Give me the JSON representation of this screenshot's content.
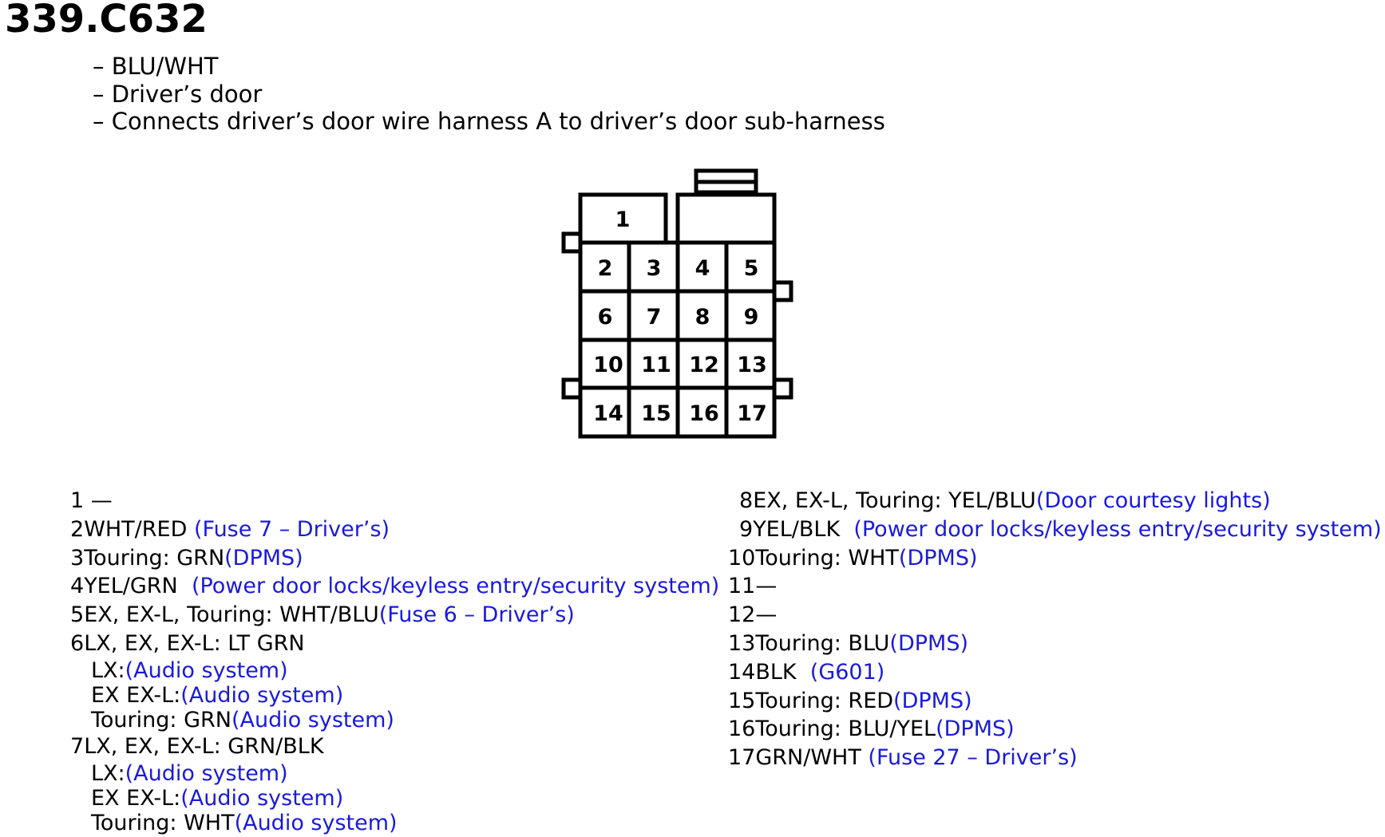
{
  "title": "339.C632",
  "notes": [
    "– BLU/WHT",
    "– Driver’s door",
    "– Connects driver’s door wire harness A to driver’s door sub-harness"
  ],
  "connector": {
    "cells": [
      "1",
      "2",
      "3",
      "4",
      "5",
      "6",
      "7",
      "8",
      "9",
      "10",
      "11",
      "12",
      "13",
      "14",
      "15",
      "16",
      "17"
    ]
  },
  "pins_left": [
    {
      "num": "1",
      "text": " —",
      "link": ""
    },
    {
      "num": "2",
      "text": "WHT/RED ",
      "link": "(Fuse 7 – Driver’s)"
    },
    {
      "num": "3",
      "text": "Touring: GRN",
      "link": "(DPMS)"
    },
    {
      "num": "4",
      "text": "YEL/GRN  ",
      "link": "(Power door locks/keyless entry/security system)"
    },
    {
      "num": "5",
      "text": "EX, EX-L, Touring: WHT/BLU",
      "link": "(Fuse 6 – Driver’s)"
    },
    {
      "num": "6",
      "text": "LX, EX, EX-L: LT GRN",
      "link": "",
      "subs": [
        {
          "text": "LX:",
          "link": "(Audio system)"
        },
        {
          "text": "EX EX-L:",
          "link": "(Audio system)"
        },
        {
          "text": "Touring: GRN",
          "link": "(Audio system)"
        }
      ]
    },
    {
      "num": "7",
      "text": "LX, EX, EX-L: GRN/BLK",
      "link": "",
      "subs": [
        {
          "text": "LX:",
          "link": "(Audio system)"
        },
        {
          "text": "EX EX-L:",
          "link": "(Audio system)"
        },
        {
          "text": "Touring: WHT",
          "link": "(Audio system)"
        }
      ]
    }
  ],
  "pins_right": [
    {
      "num": "8",
      "text": "EX, EX-L, Touring: YEL/BLU",
      "link": "(Door courtesy lights)"
    },
    {
      "num": "9",
      "text": "YEL/BLK  ",
      "link": "(Power door locks/keyless entry/security system)"
    },
    {
      "num": "10",
      "text": "Touring: WHT",
      "link": "(DPMS)"
    },
    {
      "num": "11",
      "text": "—",
      "link": ""
    },
    {
      "num": "12",
      "text": "—",
      "link": ""
    },
    {
      "num": "13",
      "text": "Touring: BLU",
      "link": "(DPMS)"
    },
    {
      "num": "14",
      "text": "BLK  ",
      "link": "(G601)"
    },
    {
      "num": "15",
      "text": "Touring: RED",
      "link": "(DPMS)"
    },
    {
      "num": "16",
      "text": "Touring: BLU/YEL",
      "link": "(DPMS)"
    },
    {
      "num": "17",
      "text": "GRN/WHT ",
      "link": "(Fuse 27 – Driver’s)"
    }
  ]
}
